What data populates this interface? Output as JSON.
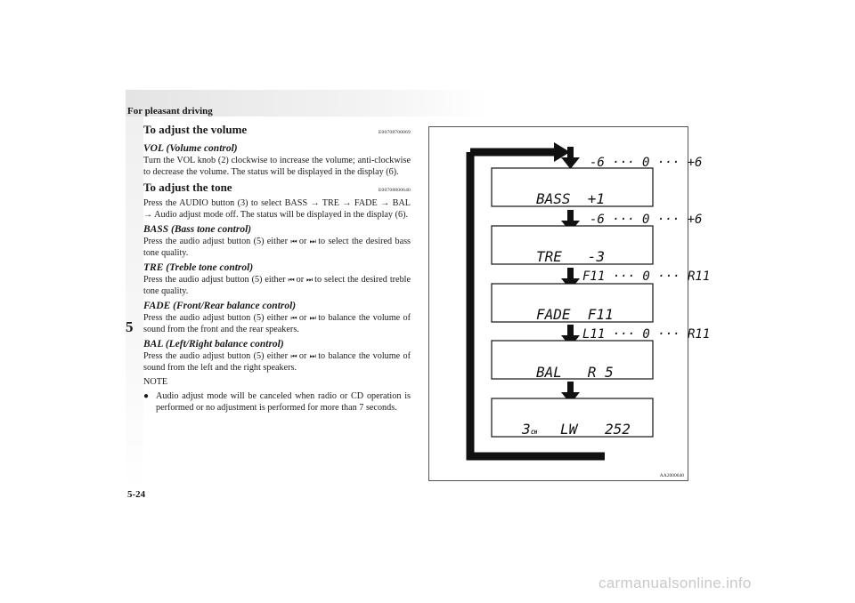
{
  "header": {
    "section": "For pleasant driving"
  },
  "chapter": "5",
  "footer": {
    "page": "5-24"
  },
  "volume": {
    "title": "To adjust the volume",
    "code": "E00708700069",
    "vol_heading": "VOL (Volume control)",
    "vol_text": "Turn the VOL knob (2) clockwise to increase the volume; anti-clockwise to decrease the volume. The status will be displayed in the display (6)."
  },
  "tone": {
    "title": "To adjust the tone",
    "code": "E00708800640",
    "intro": "Press the AUDIO button (3) to select BASS → TRE → FADE → BAL → Audio adjust mode off. The status will be displayed in the display (6).",
    "bass_heading": "BASS (Bass tone control)",
    "bass_text_a": "Press the audio adjust button (5) either",
    "bass_text_or": "or",
    "bass_text_b": "to select the desired bass tone quality.",
    "tre_heading": "TRE (Treble tone control)",
    "tre_text_a": "Press the audio adjust button (5) either",
    "tre_text_or": "or",
    "tre_text_b": "to select the desired treble tone quality.",
    "fade_heading": "FADE (Front/Rear balance control)",
    "fade_text_a": "Press the audio adjust button (5) either",
    "fade_text_or": "or",
    "fade_text_b": "to balance the volume of sound from the front and the rear speakers.",
    "bal_heading": "BAL (Left/Right balance control)",
    "bal_text_a": "Press the audio adjust button (5) either",
    "bal_text_or": "or",
    "bal_text_b": "to balance the volume of sound from the left and the right speakers."
  },
  "note": {
    "label": "NOTE",
    "bullet": "●",
    "item": "Audio adjust mode will be canceled when radio or CD operation is performed or no adjustment is performed for more than 7 seconds."
  },
  "icons": {
    "prev": "skip-back-icon",
    "next": "skip-forward-icon"
  },
  "figure": {
    "code": "AA2000640",
    "ranges": [
      "-6 ··· 0 ··· +6",
      "-6 ··· 0 ··· +6",
      "F11 ··· 0 ··· R11",
      "L11 ··· 0 ··· R11"
    ],
    "displays": [
      "BASS  +1",
      "TRE   -3",
      "FADE  F11",
      "BAL   R 5"
    ],
    "final_channel": "3",
    "final_ch_label": "CH",
    "final_band": "LW",
    "final_freq": "252"
  },
  "watermark": "carmanualsonline.info"
}
